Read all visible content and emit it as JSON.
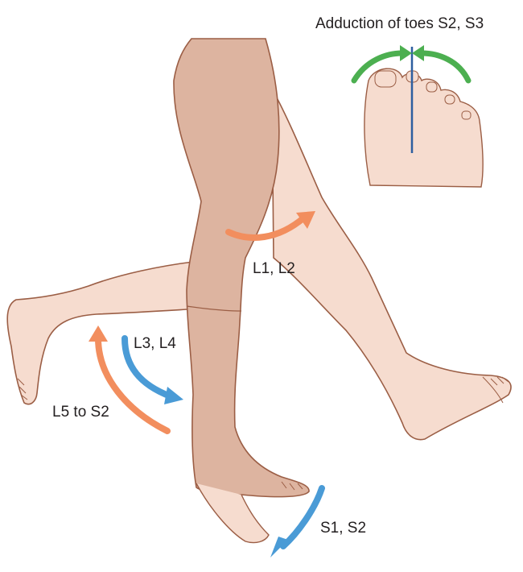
{
  "labels": {
    "toe_adduction": "Adduction of toes S2, S3",
    "hip_rotation": "L1, L2",
    "knee_extension": "L3, L4",
    "hip_flexion": "L5 to S2",
    "plantar_flexion": "S1, S2"
  },
  "colors": {
    "skin_light": "#f6dccf",
    "skin_dark": "#ddb4a0",
    "outline": "#9b5e45",
    "arrow_orange": "#f28e5e",
    "arrow_blue": "#4a9bd6",
    "arrow_green": "#4caf50",
    "midline_blue": "#2d5fa0"
  }
}
